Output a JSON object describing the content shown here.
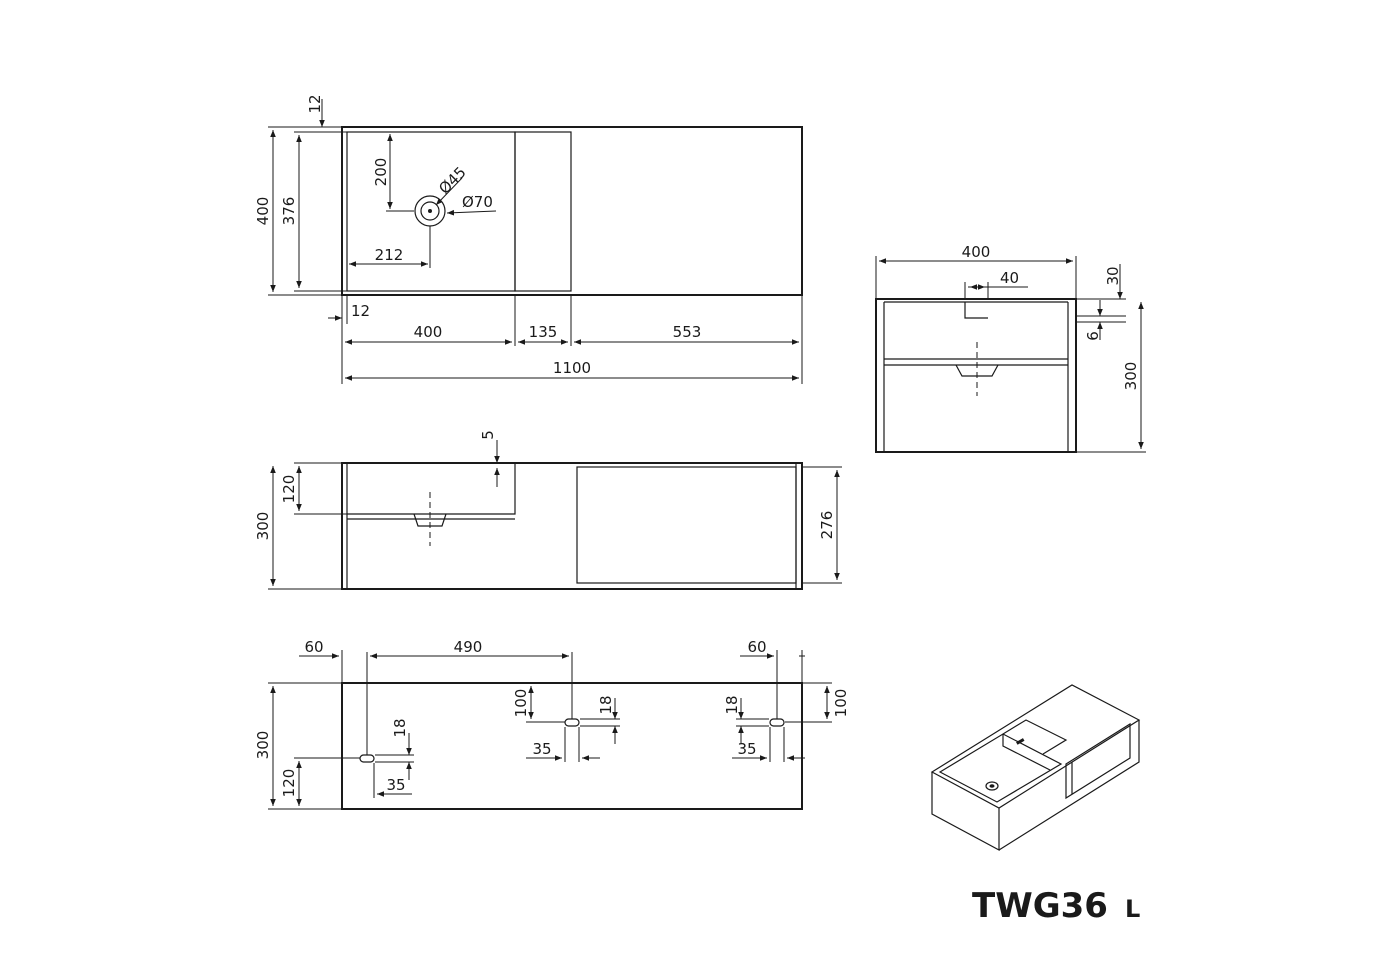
{
  "product": {
    "model": "TWG36",
    "variant": "L"
  },
  "top_view": {
    "height_outer": "400",
    "height_inner": "376",
    "wall_top": "12",
    "wall_left": "12",
    "drain_y": "200",
    "drain_x": "212",
    "drain_inner_dia": "Ø45",
    "drain_outer_dia": "Ø70",
    "basin_width": "400",
    "tray_width": "135",
    "shelf_width": "553",
    "total_length": "1100"
  },
  "side_view": {
    "depth": "400",
    "offset": "40",
    "top_thickness": "30",
    "gap": "6",
    "height": "300"
  },
  "front_view": {
    "step": "5",
    "basin_depth": "120",
    "height": "300",
    "shelf_height": "276"
  },
  "back_view": {
    "left_edge": "60",
    "hole_spacing": "490",
    "right_edge": "60",
    "top_offset_left": "100",
    "top_offset_right": "100",
    "slot_h_mid": "18",
    "slot_h_right": "18",
    "slot_h_left": "18",
    "slot_w_mid": "35",
    "slot_w_right": "35",
    "slot_w_left": "35",
    "height": "300",
    "bottom_offset": "120"
  }
}
